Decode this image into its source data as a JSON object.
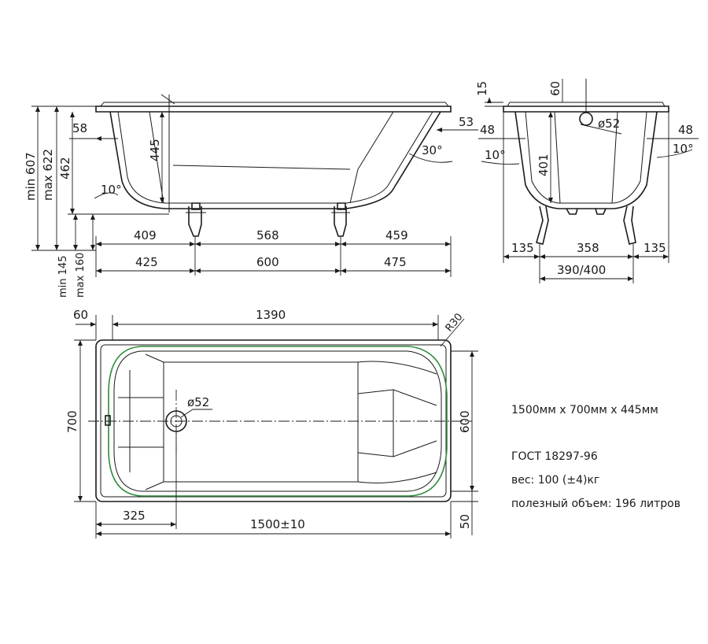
{
  "side_view": {
    "dims_bottom1": [
      "409",
      "568",
      "459"
    ],
    "dims_bottom2": [
      "425",
      "600",
      "475"
    ],
    "dim_58": "58",
    "dim_53": "53",
    "dim_445": "445",
    "angle_10": "10°",
    "angle_30": "30°",
    "left_heights": [
      "min 607",
      "max 622",
      "462"
    ],
    "leg_heights": [
      "min 145",
      "max 160"
    ]
  },
  "end_view": {
    "dim_15": "15",
    "dim_60": "60",
    "dim_48_left": "48",
    "dim_48_right": "48",
    "angle_left": "10°",
    "angle_right": "10°",
    "drain": "ø52",
    "depth": "401",
    "dims_bottom": [
      "135",
      "358",
      "135"
    ],
    "dim_legs": "390/400"
  },
  "top_view": {
    "dim_60": "60",
    "dim_1390": "1390",
    "radius": "R30",
    "width": "700",
    "inner_width": "600",
    "drain": "ø52",
    "dim_325": "325",
    "length": "1500±10",
    "dim_50": "50"
  },
  "specs": {
    "size": "1500мм x 700мм x 445мм",
    "gost": "ГОСТ 18297-96",
    "weight": "вес: 100 (±4)кг",
    "volume": "полезный объем: 196 литров"
  }
}
